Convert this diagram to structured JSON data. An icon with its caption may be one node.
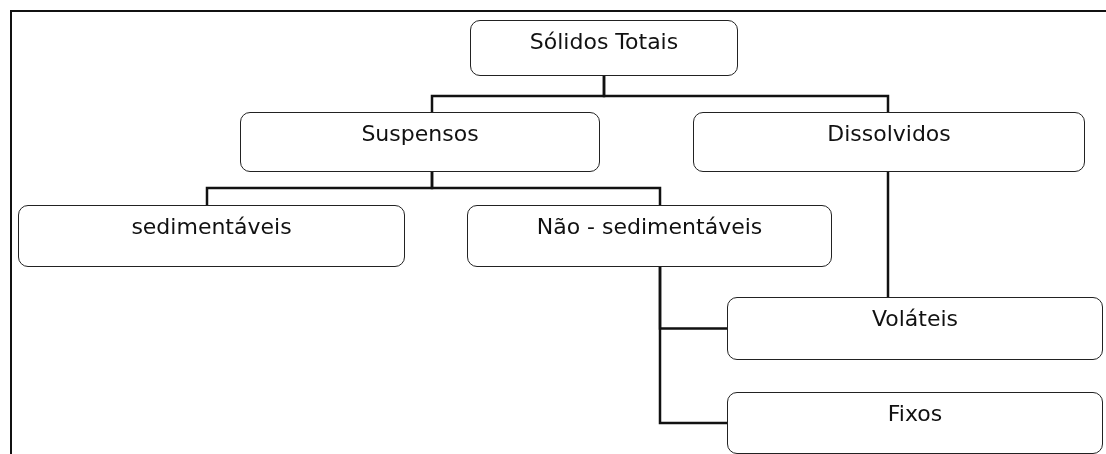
{
  "diagram": {
    "nodes": [
      {
        "text": [
          "Sólidos Totais"
        ]
      },
      {
        "text": [
          "Suspensos"
        ]
      },
      {
        "text": [
          "Dissolvidos"
        ]
      },
      {
        "text": [
          "sedimentáveis"
        ]
      },
      {
        "text": [
          "Não - sedimentáveis"
        ]
      },
      {
        "text": [
          "Voláteis"
        ]
      },
      {
        "text": [
          "Fixos"
        ]
      }
    ],
    "edges": [
      {
        "from": 0,
        "to": 1,
        "arrow": "none"
      },
      {
        "from": 0,
        "to": 2,
        "arrow": "none"
      },
      {
        "from": 1,
        "to": 3,
        "arrow": "none"
      },
      {
        "from": 1,
        "to": 4,
        "arrow": "none"
      },
      {
        "from": 2,
        "to": 5,
        "arrow": "none"
      },
      {
        "from": 4,
        "to": 5,
        "arrow": "none"
      },
      {
        "from": 4,
        "to": 6,
        "arrow": "none"
      }
    ]
  }
}
